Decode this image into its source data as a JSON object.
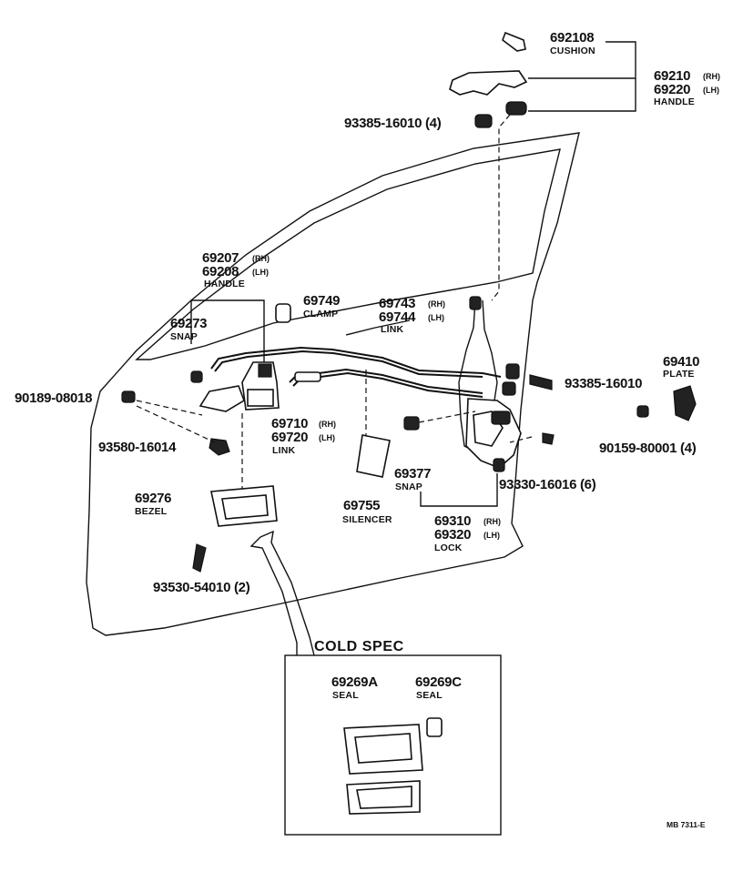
{
  "labels": {
    "p692108": "692108",
    "cushion": "CUSHION",
    "p69210": "69210",
    "p69220": "69220",
    "handle_outer": "HANDLE",
    "p93385_4": "93385-16010 (4)",
    "p69207": "69207",
    "p69208": "69208",
    "handle_inner": "HANDLE",
    "p69749": "69749",
    "clamp": "CLAMP",
    "p69743": "69743",
    "p69744": "69744",
    "link_upper": "LINK",
    "p69273": "69273",
    "snap_upper": "SNAP",
    "p90189": "90189-08018",
    "p93385_b": "93385-16010",
    "p69410": "69410",
    "plate": "PLATE",
    "p69710": "69710",
    "p69720": "69720",
    "link_lower": "LINK",
    "p93580": "93580-16014",
    "p90159": "90159-80001 (4)",
    "p69377": "69377",
    "snap_lower": "SNAP",
    "p93330": "93330-16016 (6)",
    "p69276": "69276",
    "bezel": "BEZEL",
    "p69755": "69755",
    "silencer": "SILENCER",
    "p69310": "69310",
    "p69320": "69320",
    "lock": "LOCK",
    "p93530": "93530-54010 (2)",
    "rh": "(RH)",
    "lh": "(LH)"
  },
  "cold_spec": {
    "title": "COLD SPEC",
    "p69269a": "69269A",
    "seal_a": "SEAL",
    "p69269c": "69269C",
    "seal_c": "SEAL"
  },
  "reference": "MB 7311-E"
}
